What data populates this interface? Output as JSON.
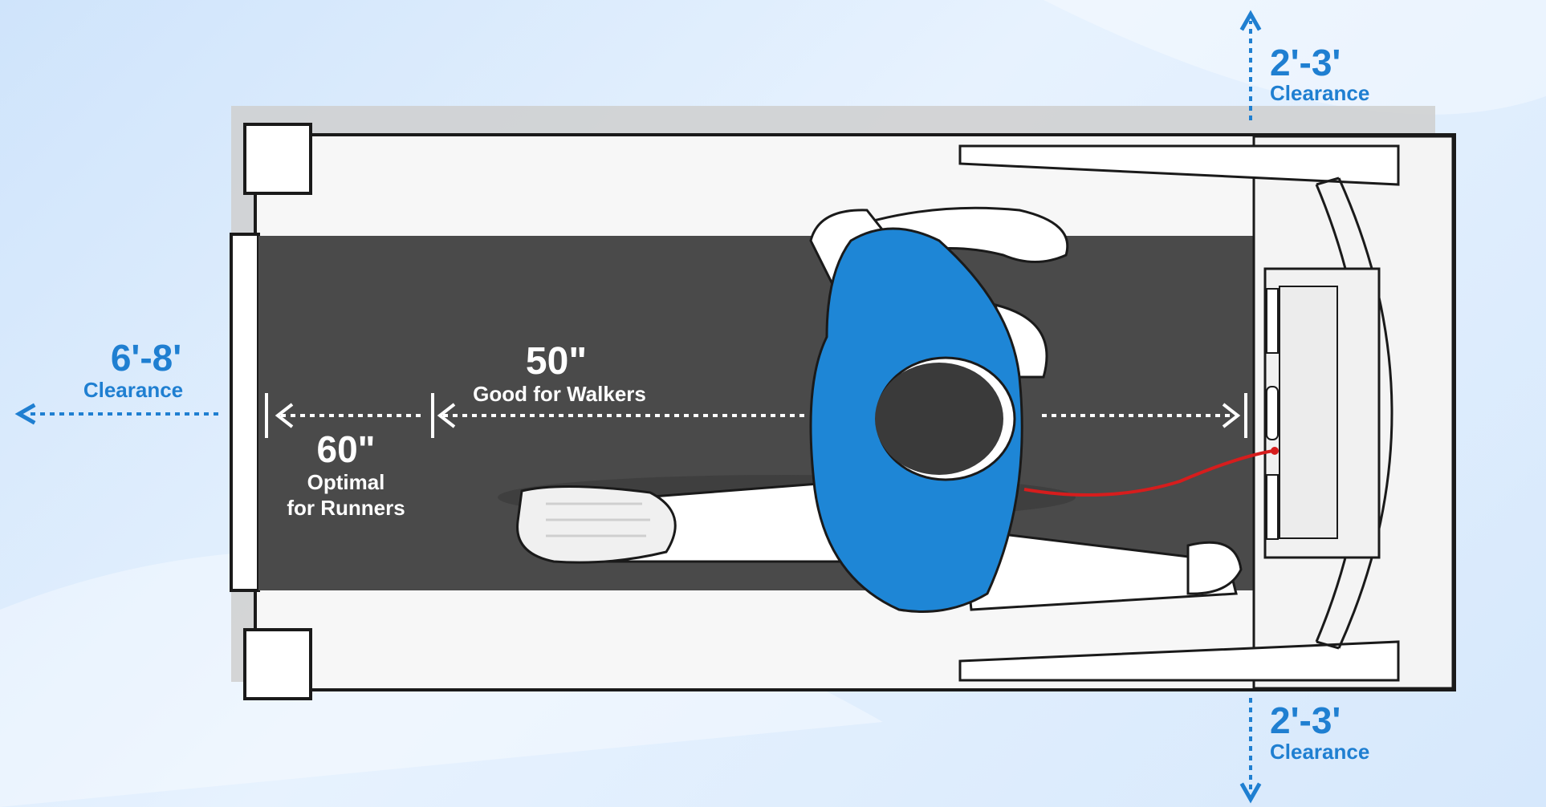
{
  "clearances": {
    "top": {
      "value": "2'-3'",
      "label": "Clearance"
    },
    "bottom": {
      "value": "2'-3'",
      "label": "Clearance"
    },
    "left": {
      "value": "6'-8'",
      "label": "Clearance"
    }
  },
  "belt": {
    "walkers": {
      "value": "50\"",
      "label": "Good for Walkers"
    },
    "runners": {
      "value": "60\"",
      "label_line1": "Optimal",
      "label_line2": "for Runners"
    }
  },
  "colors": {
    "clearance_accent": "#1f7fd1",
    "belt": "#4a4a4a",
    "shirt": "#1e86d6",
    "safety_cord": "#d61d1d"
  }
}
